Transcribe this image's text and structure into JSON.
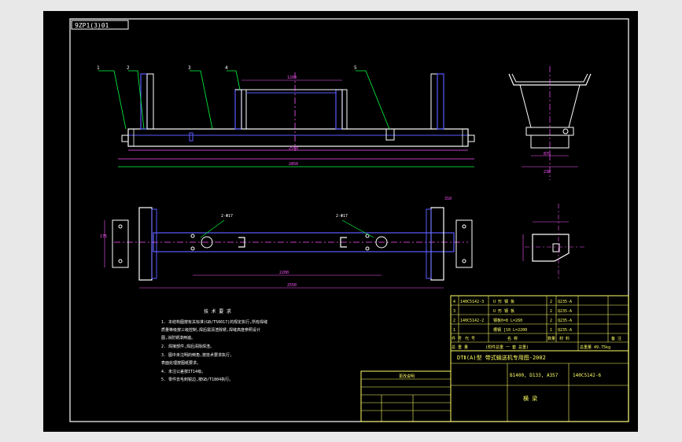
{
  "drawing_code": "9ZP1(3)01",
  "tech_requirements": {
    "title": "技 术 要 求",
    "lines": [
      "1. 本结构图按有关标准(GB/T50017)的规定执行,所有焊缝",
      "   质量等级按三级控制,焊后需清渣除锈,焊缝高度参照设计",
      "   图,涂防锈漆两遍。",
      "2. 焊接部件,焊后清除焊渣。",
      "3. 图中未注明的倒角,按技术要求执行,",
      "   表面处理按图纸要求。",
      "4. 未注公差按IT14级。",
      "5. 零件去毛刺锐边,按GB/T1804执行。"
    ]
  },
  "parts_list": {
    "rows": [
      {
        "no": "4",
        "code": "140C5142-3",
        "name": "U 形 钢 板",
        "qty": "2",
        "material": "Q235-A"
      },
      {
        "no": "3",
        "code": "",
        "name": "U 形 钢 板",
        "qty": "2",
        "material": "Q235-A"
      },
      {
        "no": "2",
        "code": "140C5142-2",
        "name": "钢板δ=8 L=260",
        "qty": "2",
        "material": "Q235-A"
      },
      {
        "no": "1",
        "code": "",
        "name": "槽钢 [10 L=2200",
        "qty": "1",
        "material": "Q235-A"
      }
    ],
    "header": {
      "no": "件 号",
      "code": "代 号",
      "name": "名 称",
      "qty": "数量",
      "material": "材 料",
      "note": "备 注"
    },
    "summary_left": "总 重 量",
    "summary_mid": "(附件总重 一 套 总重)",
    "summary_right": "总重量 49.75kg"
  },
  "title_block": {
    "series": "DTⅡ(A)型 带式输送机专用图-2002",
    "spec": "B1400, D133, A357",
    "drawing_no": "140C5142-6",
    "name": "横 梁",
    "rev_header": "更改说明"
  },
  "dims": {
    "main_len": "2540",
    "total_len": "2850",
    "mid_len": "1200",
    "span": "870",
    "side_w": "230",
    "plan_span": "2200",
    "plan_total": "2550",
    "h1": "175",
    "h2": "310",
    "hole": "2-Φ17"
  },
  "labels": [
    "1",
    "2",
    "3",
    "4",
    "5"
  ],
  "colors": {
    "bg": "#000000",
    "frame": "#ffffff",
    "outline": "#ffffff",
    "blue": "#5a5aff",
    "green": "#00ff40",
    "magenta": "#ff55ff",
    "yellow": "#ffff66",
    "cyan": "#00d0d0"
  }
}
